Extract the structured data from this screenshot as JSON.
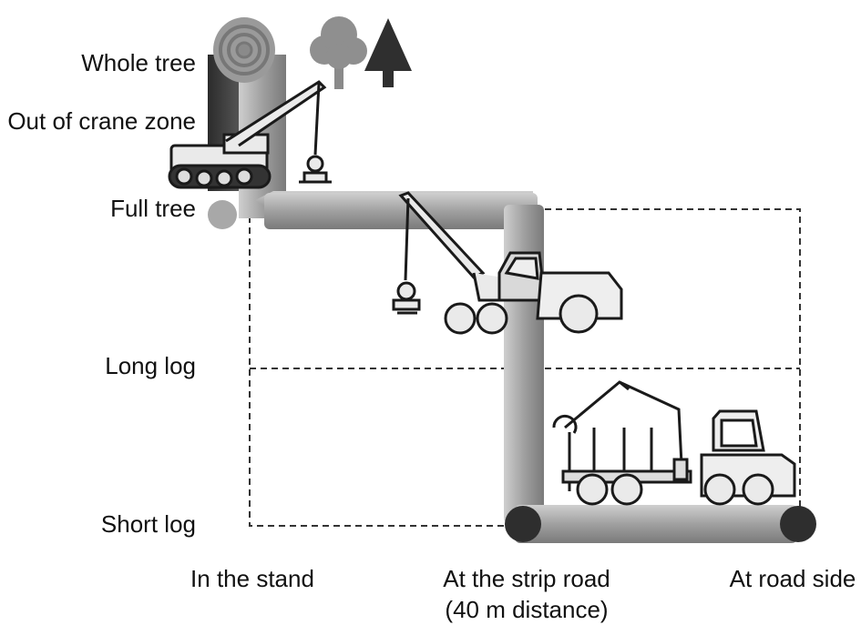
{
  "y_labels": {
    "whole_tree": "Whole tree",
    "out_of_crane_zone": "Out of crane zone",
    "full_tree": "Full tree",
    "long_log": "Long log",
    "short_log": "Short log"
  },
  "x_labels": {
    "in_the_stand": "In the stand",
    "at_strip_road": "At the strip road",
    "strip_road_distance": "(40 m distance)",
    "at_road_side": "At road side"
  },
  "colors": {
    "pipe": "#a6a6a6",
    "pipe_dark": "#4d4d4d",
    "dashed": "#333333",
    "machine_fill": "#d9d9d9",
    "machine_stroke": "#1a1a1a"
  },
  "icons": [
    "log-end-icon",
    "trees-icon",
    "harvester-icon",
    "single-grip-harvester-icon",
    "forwarder-icon"
  ]
}
